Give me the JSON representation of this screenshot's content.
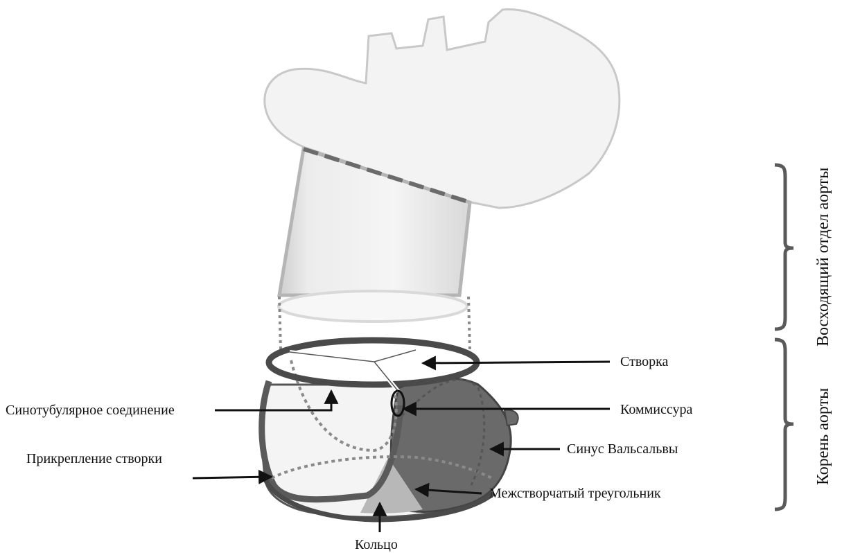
{
  "labels": {
    "leaflet": "Створка",
    "commissure": "Коммиссура",
    "sinotubular_junction": "Синотубулярное соединение",
    "sinus_valsalva": "Синус Вальсальвы",
    "leaflet_attachment": "Прикрепление створки",
    "interleaflet_triangle": "Межстворчатый треугольник",
    "annulus": "Кольцо"
  },
  "brackets": {
    "ascending_aorta": "Восходящий отдел аорты",
    "aortic_root": "Корень аорты"
  },
  "colors": {
    "arch_fill": "#f4f4f4",
    "sinus_dark": "#6a6a6a",
    "ring_dark": "#4a4a4a",
    "triangle_light": "#b8b8b8",
    "text": "#111111"
  }
}
